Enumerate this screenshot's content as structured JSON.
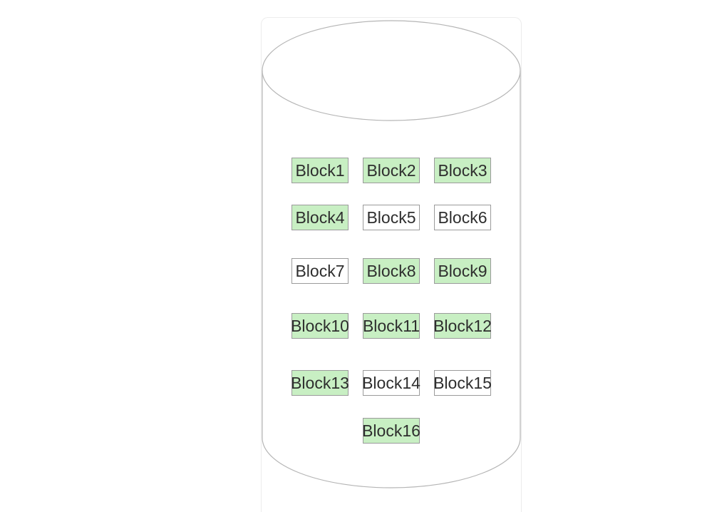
{
  "diagram": {
    "container_shape": "cylinder",
    "rows": [
      {
        "blocks": [
          {
            "label": "Block1",
            "filled": true
          },
          {
            "label": "Block2",
            "filled": true
          },
          {
            "label": "Block3",
            "filled": true
          }
        ]
      },
      {
        "blocks": [
          {
            "label": "Block4",
            "filled": true
          },
          {
            "label": "Block5",
            "filled": false
          },
          {
            "label": "Block6",
            "filled": false
          }
        ]
      },
      {
        "blocks": [
          {
            "label": "Block7",
            "filled": false
          },
          {
            "label": "Block8",
            "filled": true
          },
          {
            "label": "Block9",
            "filled": true
          }
        ]
      },
      {
        "blocks": [
          {
            "label": "Block10",
            "filled": true
          },
          {
            "label": "Block11",
            "filled": true
          },
          {
            "label": "Block12",
            "filled": true
          }
        ]
      },
      {
        "blocks": [
          {
            "label": "Block13",
            "filled": true
          },
          {
            "label": "Block14",
            "filled": false
          },
          {
            "label": "Block15",
            "filled": false
          }
        ]
      },
      {
        "blocks": [
          {
            "label": "Block16",
            "filled": true
          }
        ]
      }
    ],
    "colors": {
      "block_fill_green": "#c8efc3",
      "block_fill_white": "#ffffff",
      "block_border": "#9b9b9b",
      "block_text": "#2e2e2e",
      "cylinder_stroke": "#b5b5b5",
      "canvas_border": "#ececec",
      "background": "#ffffff"
    }
  }
}
